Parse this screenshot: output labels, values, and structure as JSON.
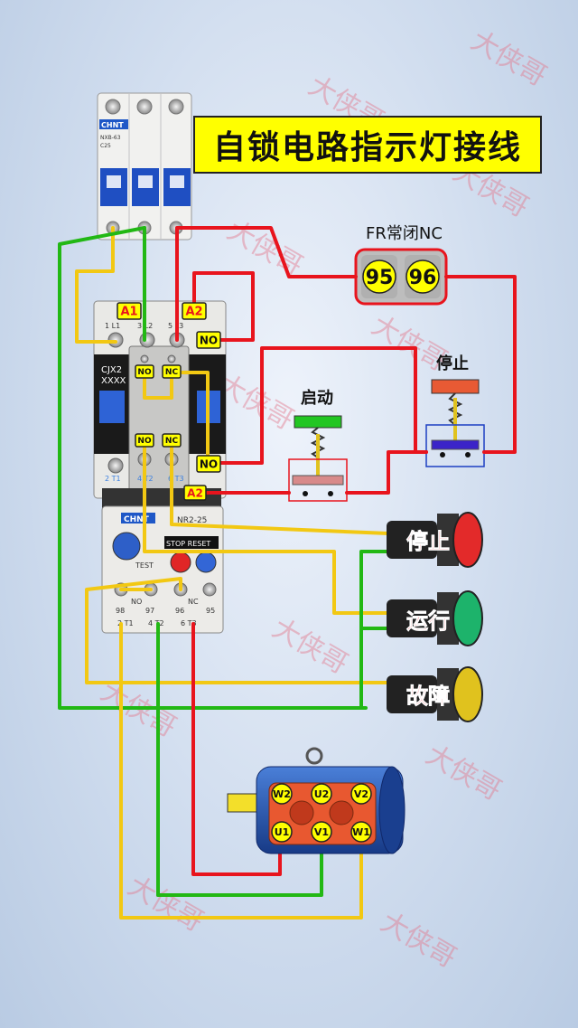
{
  "title": "自锁电路指示灯接线",
  "watermark": "大侠哥",
  "breaker": {
    "brand": "CHNT",
    "model": "NXB-63",
    "rating": "C25"
  },
  "contactor": {
    "model": "CJX2",
    "model_sub": "XXXX",
    "coil_a1": "A1",
    "coil_a2": "A2",
    "coil_a2_low": "A2",
    "no_main": "NO",
    "no_left": "NO",
    "no_right": "NO",
    "aux_no_top": "NO",
    "aux_nc_top": "NC",
    "aux_no_bot": "NO",
    "aux_nc_bot": "NC",
    "terminals_top": [
      "1 L1",
      "3 L2",
      "5 L3"
    ],
    "terminals_bot": [
      "2 T1",
      "4 T2",
      "6 T3"
    ]
  },
  "overload": {
    "brand": "CHNT",
    "model": "NR2-25",
    "stop_reset": "STOP RESET",
    "test": "TEST",
    "terminals_top": [
      "98",
      "97",
      "96",
      "95"
    ],
    "no": "NO",
    "nc": "NC",
    "terminals_bot": [
      "2 T1",
      "4 T2",
      "6 T3"
    ]
  },
  "fr_nc": {
    "label": "FR常闭NC",
    "t95": "95",
    "t96": "96"
  },
  "start_button": {
    "label": "启动"
  },
  "stop_button": {
    "label": "停止"
  },
  "lamps": [
    {
      "label": "停止",
      "color": "#e32a2a"
    },
    {
      "label": "运行",
      "color": "#1db36b"
    },
    {
      "label": "故障",
      "color": "#e0c21e"
    }
  ],
  "motor": {
    "terminals": [
      "W2",
      "U2",
      "V2",
      "U1",
      "V1",
      "W1"
    ]
  },
  "colors": {
    "red": "#e8141d",
    "green": "#22b814",
    "yellow": "#f2c813",
    "label_bg": "#ffff00"
  }
}
